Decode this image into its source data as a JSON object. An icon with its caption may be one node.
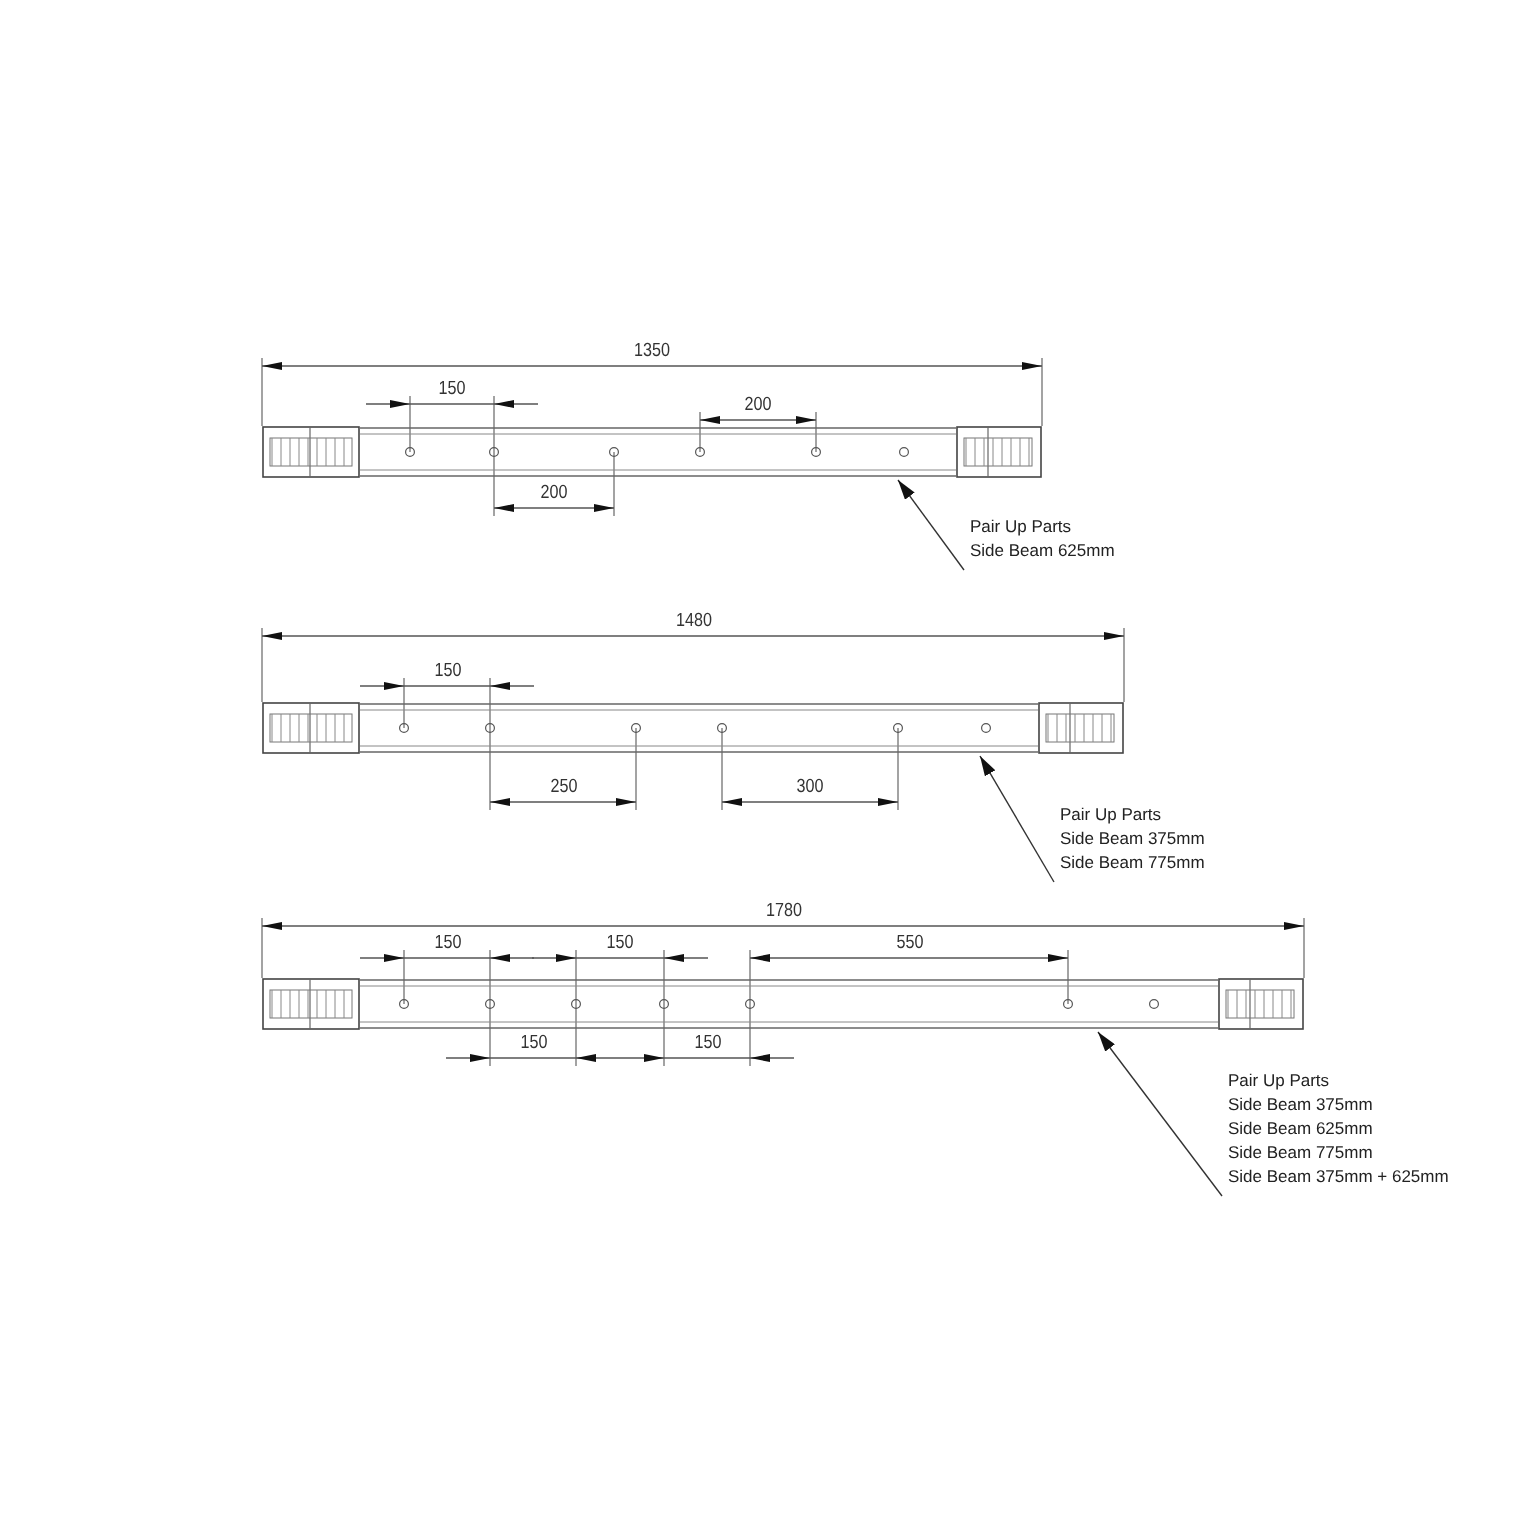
{
  "diagram": {
    "nodes": [
      {
        "text": [],
        "shape": "bar"
      },
      {
        "text": [
          "Pair Up Parts",
          "Side Beam 625mm"
        ]
      },
      {
        "text": [],
        "shape": "bar"
      },
      {
        "text": [
          "Pair Up Parts",
          "Side Beam 375mm",
          "Side Beam 775mm"
        ]
      },
      {
        "text": [],
        "shape": "bar"
      },
      {
        "text": [
          "Pair Up Parts",
          "Side Beam 375mm",
          "Side Beam 625mm",
          "Side Beam 775mm",
          "Side Beam 375mm + 625mm"
        ]
      }
    ],
    "edges": [
      {
        "from": 1,
        "to": 0,
        "arrow": "to"
      },
      {
        "from": 3,
        "to": 2,
        "arrow": "to"
      },
      {
        "from": 5,
        "to": 4,
        "arrow": "to"
      }
    ],
    "labels": [
      "1350",
      "150",
      "200",
      "200",
      "1480",
      "150",
      "250",
      "300",
      "1780",
      "150",
      "150",
      "550",
      "150",
      "150"
    ]
  }
}
